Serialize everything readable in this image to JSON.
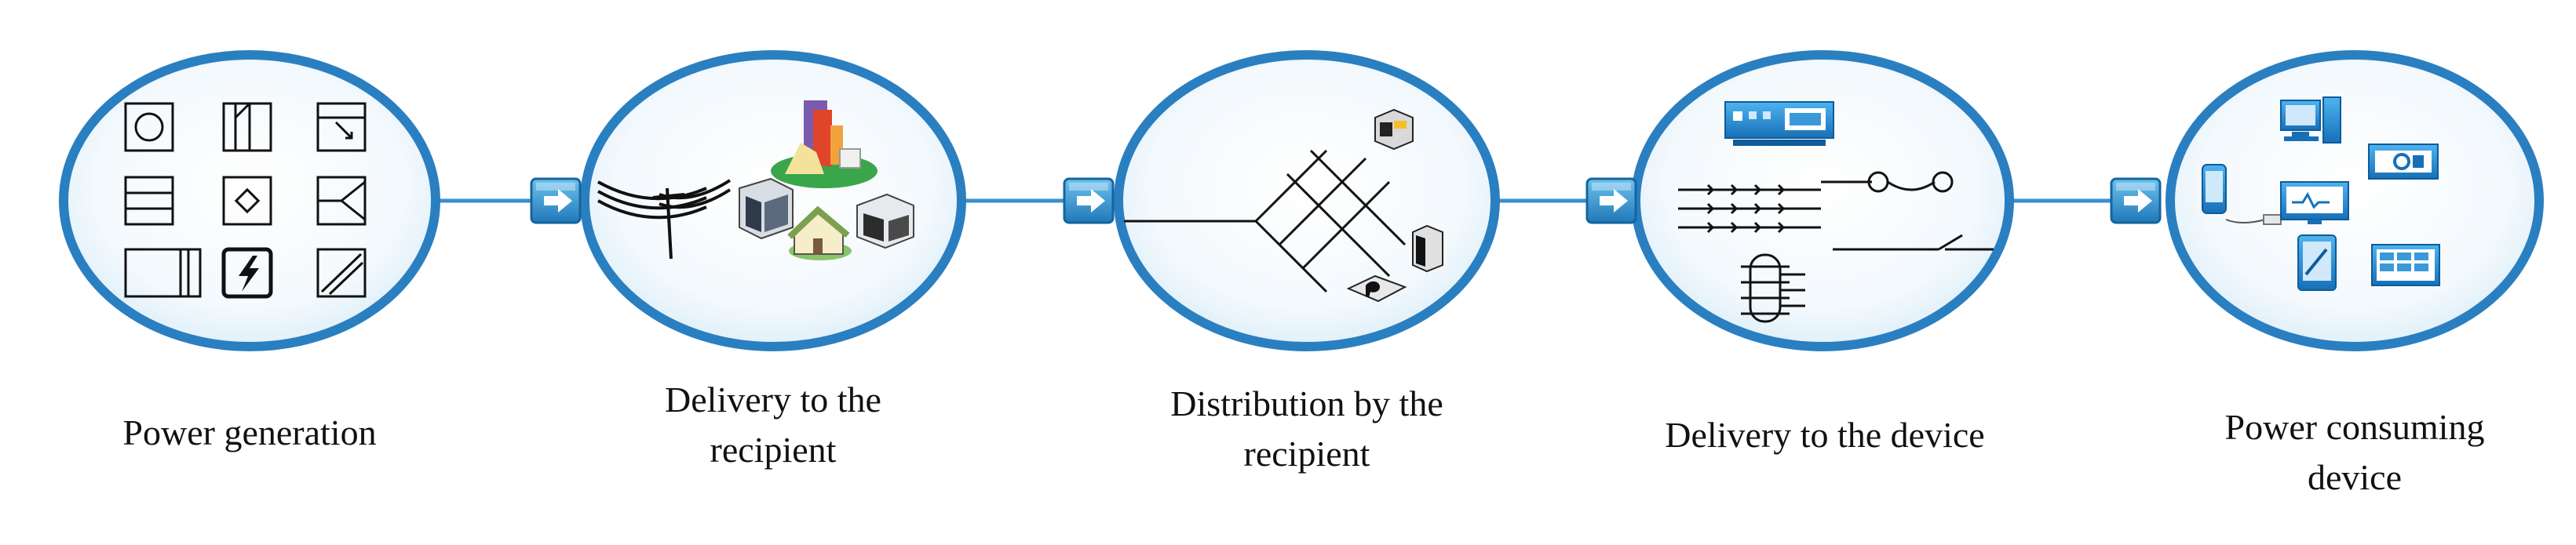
{
  "stages": [
    {
      "label": "Power generation"
    },
    {
      "label": "Delivery to the\nrecipient"
    },
    {
      "label": "Distribution by the\nrecipient"
    },
    {
      "label": "Delivery to the device"
    },
    {
      "label": "Power consuming\ndevice"
    }
  ],
  "colors": {
    "ellipse_stroke": "#2a7fc1",
    "ellipse_fill_inner": "#ffffff",
    "ellipse_fill_outer": "#d9ecf8",
    "connector": "#3a8fd0",
    "arrow_box": "#2d8fcf",
    "line": "#111111",
    "device_blue": "#1e8ad6"
  },
  "icons": [
    "generator-symbols-grid",
    "power-line-and-buildings",
    "crossing-lines-network",
    "switchboard-schematic",
    "consumer-devices"
  ]
}
